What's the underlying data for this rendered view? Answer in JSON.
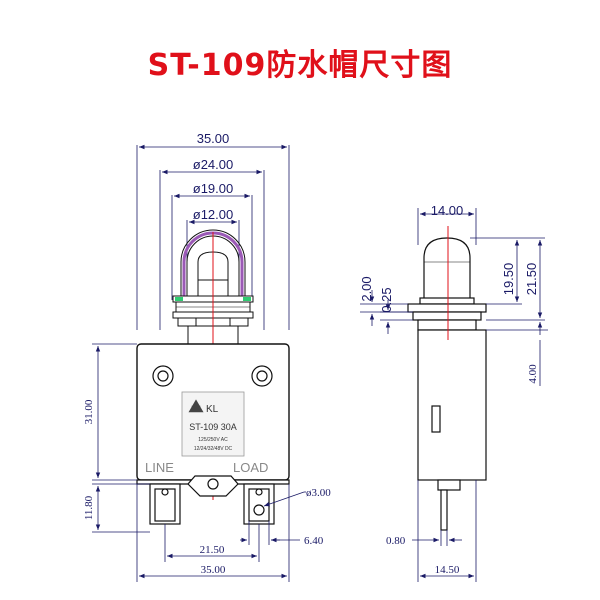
{
  "title": "ST-109防水帽尺寸图",
  "front_view": {
    "dim_width_top": "35.00",
    "dim_d24": "ø24.00",
    "dim_d19": "ø19.00",
    "dim_d12": "ø12.00",
    "dim_height": "31.00",
    "dim_terminal": "11.80",
    "dim_spacing": "21.50",
    "dim_width_bottom": "35.00",
    "dim_hole": "ø3.00",
    "dim_tab": "6.40",
    "label_line": "LINE",
    "label_load": "LOAD",
    "nameplate": {
      "brand": "KL",
      "model": "ST-109 30A",
      "rating_ac": "125/250V AC",
      "rating_dc": "12/24/32/48V DC"
    }
  },
  "side_view": {
    "dim_cap": "14.00",
    "dim_200": "2.00",
    "dim_025": "0.25",
    "dim_1950": "19.50",
    "dim_2150": "21.50",
    "dim_400": "4.00",
    "dim_080": "0.80",
    "dim_1450": "14.50"
  },
  "colors": {
    "title": "#e0101a",
    "outline": "#111111",
    "dimension": "#1a1a66",
    "cap_section": "#9b59b6",
    "thread": "#2ecc71",
    "centerline": "#e0101a"
  }
}
